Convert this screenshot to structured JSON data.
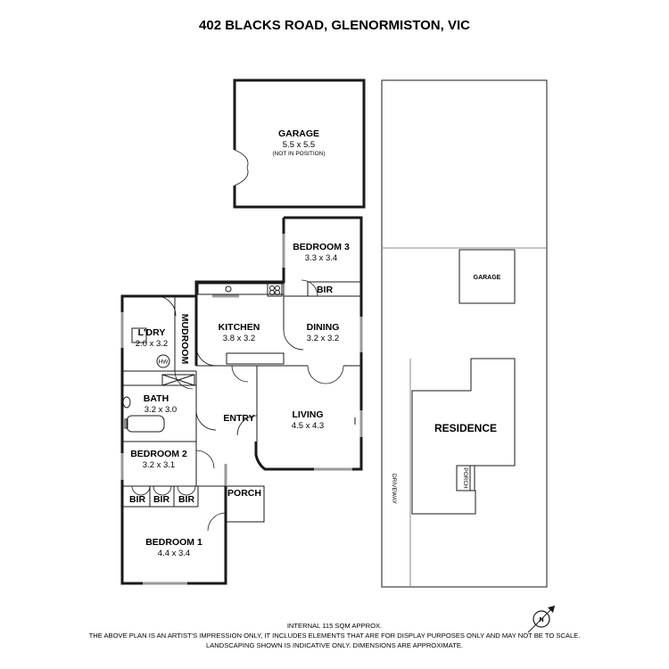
{
  "title": "402 BLACKS ROAD, GLENORMISTON, VIC",
  "rooms": {
    "garage": {
      "name": "GARAGE",
      "dims": "5.5 x 5.5",
      "note": "(NOT IN POSITION)"
    },
    "bedroom3": {
      "name": "BEDROOM 3",
      "dims": "3.3 x 3.4"
    },
    "bir_bed3": {
      "name": "BIR"
    },
    "kitchen": {
      "name": "KITCHEN",
      "dims": "3.8 x 3.2"
    },
    "dining": {
      "name": "DINING",
      "dims": "3.2 x 3.2"
    },
    "laundry": {
      "name": "L'DRY",
      "dims": "2.0 x 3.2"
    },
    "hw": {
      "name": "HW"
    },
    "mudroom": {
      "name": "MUDROOM"
    },
    "bath": {
      "name": "BATH",
      "dims": "3.2 x 3.0"
    },
    "entry": {
      "name": "ENTRY"
    },
    "living": {
      "name": "LIVING",
      "dims": "4.5 x 4.3"
    },
    "bedroom2": {
      "name": "BEDROOM 2",
      "dims": "3.2 x 3.1"
    },
    "bir1": {
      "name": "BIR"
    },
    "bir2": {
      "name": "BIR"
    },
    "bir3": {
      "name": "BIR"
    },
    "porch": {
      "name": "PORCH"
    },
    "bedroom1": {
      "name": "BEDROOM 1",
      "dims": "4.4 x 3.4"
    }
  },
  "site": {
    "garage": "GARAGE",
    "residence": "RESIDENCE",
    "porch": "PORCH",
    "driveway": "DRIVEWAY"
  },
  "compass": "N",
  "footer": {
    "line1": "INTERNAL 115 SQM APPROX.",
    "line2": "THE ABOVE PLAN IS AN ARTIST'S IMPRESSION ONLY, IT INCLUDES ELEMENTS THAT ARE FOR DISPLAY PURPOSES ONLY AND MAY NOT BE TO SCALE.",
    "line3": "LANDSCAPING SHOWN IS INDICATIVE ONLY. DIMENSIONS ARE APPROXIMATE."
  }
}
